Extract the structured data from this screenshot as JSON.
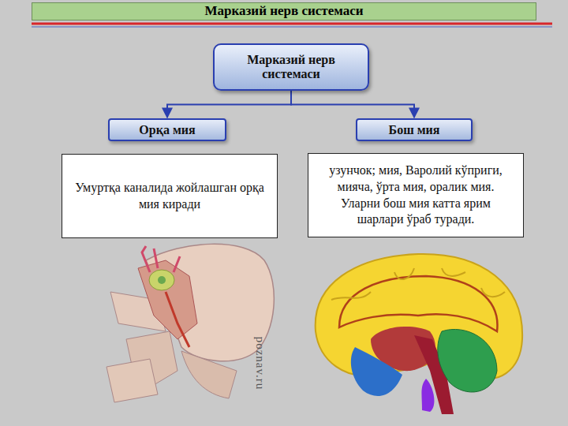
{
  "diagram": {
    "title": "Марказий нерв системаси",
    "nodes": [
      {
        "text": [
          "Марказий нерв системаси"
        ]
      },
      {
        "text": [
          "Орқа мия"
        ]
      },
      {
        "text": [
          "Бош мия"
        ]
      },
      {
        "text": [
          "Умуртқа каналида жойлашган орқа мия киради"
        ]
      },
      {
        "text": [
          "узунчок; мия, Варолий кўприги, мияча, ўрта мия, оралик мия. Уларни бош мия катта ярим шарлари ўраб туради."
        ]
      }
    ],
    "edges": [
      {
        "from": 0,
        "to": 1,
        "arrow": "to"
      },
      {
        "from": 0,
        "to": 2,
        "arrow": "to"
      }
    ],
    "labels": [
      "poznav.ru"
    ]
  }
}
